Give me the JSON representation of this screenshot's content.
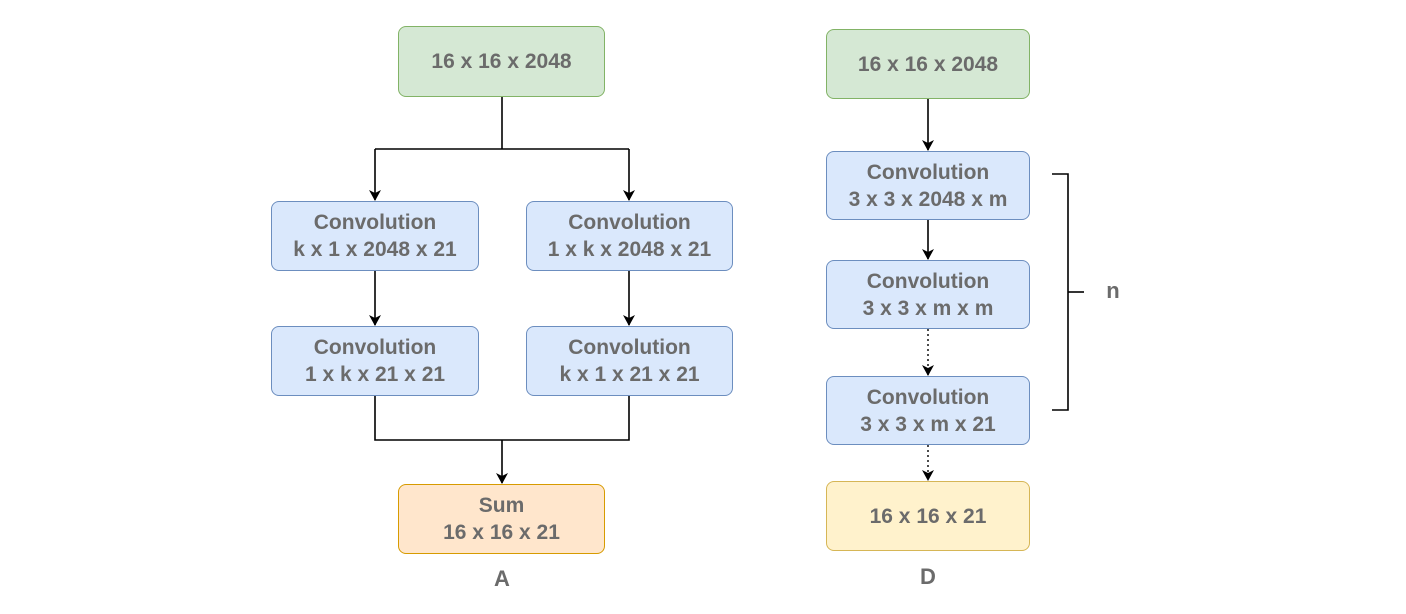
{
  "diagram_a": {
    "input": "16 x 16 x 2048",
    "left_conv_1": {
      "title": "Convolution",
      "dims": "k x 1 x 2048 x 21"
    },
    "right_conv_1": {
      "title": "Convolution",
      "dims": "1 x k x 2048 x 21"
    },
    "left_conv_2": {
      "title": "Convolution",
      "dims": "1 x k x 21 x 21"
    },
    "right_conv_2": {
      "title": "Convolution",
      "dims": "k x 1 x 21 x 21"
    },
    "sum": {
      "title": "Sum",
      "dims": "16 x 16 x 21"
    },
    "label": "A"
  },
  "diagram_d": {
    "input": "16 x 16 x 2048",
    "conv_1": {
      "title": "Convolution",
      "dims": "3 x 3 x 2048 x m"
    },
    "conv_2": {
      "title": "Convolution",
      "dims": "3 x 3 x m x m"
    },
    "conv_3": {
      "title": "Convolution",
      "dims": "3 x 3 x m x 21"
    },
    "output": "16 x 16 x 21",
    "repeat_label": "n",
    "label": "D"
  },
  "colors": {
    "input_fill": "#d5e8d4",
    "input_stroke": "#82b366",
    "conv_fill": "#dae8fc",
    "conv_stroke": "#6c8ebf",
    "sum_fill": "#ffe6cc",
    "sum_stroke": "#d79b00",
    "output_fill": "#fff2cc",
    "output_stroke": "#d6b656",
    "text": "#6b6b6b",
    "edge": "#000000"
  }
}
